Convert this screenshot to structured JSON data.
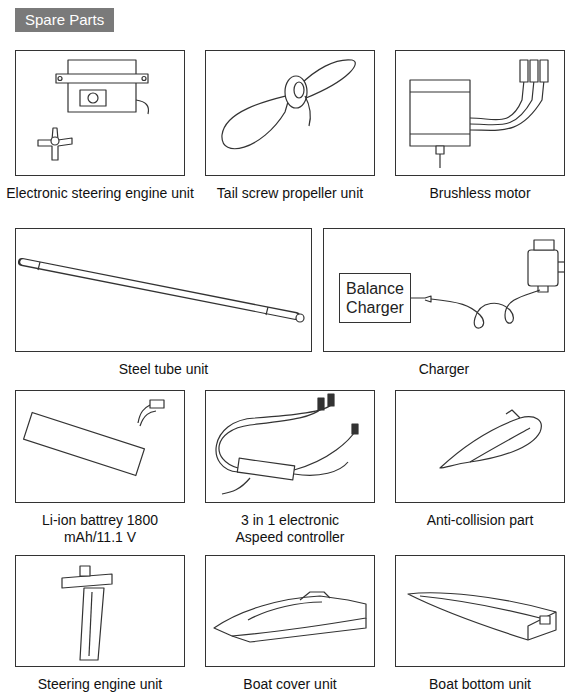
{
  "diagram": {
    "title": "Spare Parts",
    "nodes": [
      {
        "text": [
          "Electronic steering engine unit"
        ]
      },
      {
        "text": [
          "Tail screw propeller unit"
        ]
      },
      {
        "text": [
          "Brushless motor"
        ]
      },
      {
        "text": [
          "Steel tube unit"
        ]
      },
      {
        "text": [
          "Charger"
        ]
      },
      {
        "text": [
          "Balance Charger"
        ],
        "in": 4
      },
      {
        "text": [
          "Li-ion battrey 1800 mAh/11.1 V"
        ]
      },
      {
        "text": [
          "3 in 1 electronic Aspeed controller"
        ]
      },
      {
        "text": [
          "Anti-collision part"
        ]
      },
      {
        "text": [
          "Steering engine unit"
        ]
      },
      {
        "text": [
          "Boat cover unit"
        ]
      },
      {
        "text": [
          "Boat bottom unit"
        ]
      }
    ]
  }
}
